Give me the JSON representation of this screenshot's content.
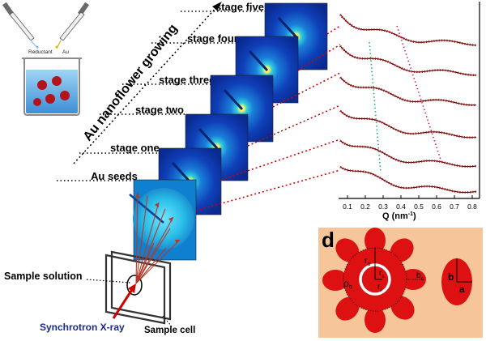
{
  "beaker": {
    "reductant_label": "Reductant",
    "au_label": "Au"
  },
  "stages": [
    {
      "label": "Au seeds"
    },
    {
      "label": "stage one"
    },
    {
      "label": "stage two"
    },
    {
      "label": "stage three"
    },
    {
      "label": "stage four"
    },
    {
      "label": "stage five"
    }
  ],
  "growth_label": "Au nanoflower growing",
  "setup": {
    "sample_solution_label": "Sample solution",
    "synchrotron_label": "Synchrotron X-ray",
    "sample_cell_label": "Sample cell"
  },
  "saxs_plot": {
    "xlabel": "Q (nm",
    "xlabel_sup": "-1",
    "xlabel_end": ")",
    "x_ticks": [
      "0.1",
      "0.2",
      "0.3",
      "0.4",
      "0.5",
      "0.6",
      "0.7",
      "0.8"
    ],
    "curve_color": "#d40000",
    "fit_color": "#000000",
    "guide_green": "#2aa87a",
    "guide_pink": "#d4206a"
  },
  "panel_d": {
    "panel_label": "d",
    "background_color": "#f6c59a",
    "particle_color": "#dd1111",
    "label_r_o": "r",
    "label_r_o_sub": "o",
    "label_r_s": "r",
    "label_r_s_sub": "s",
    "label_r_i": "r",
    "label_r_i_sub": "i",
    "label_rho": "ρ",
    "label_rho_sub": "0",
    "label_b_small": "b",
    "label_b_small_sub": "s",
    "label_b": "b",
    "label_a": "a"
  }
}
